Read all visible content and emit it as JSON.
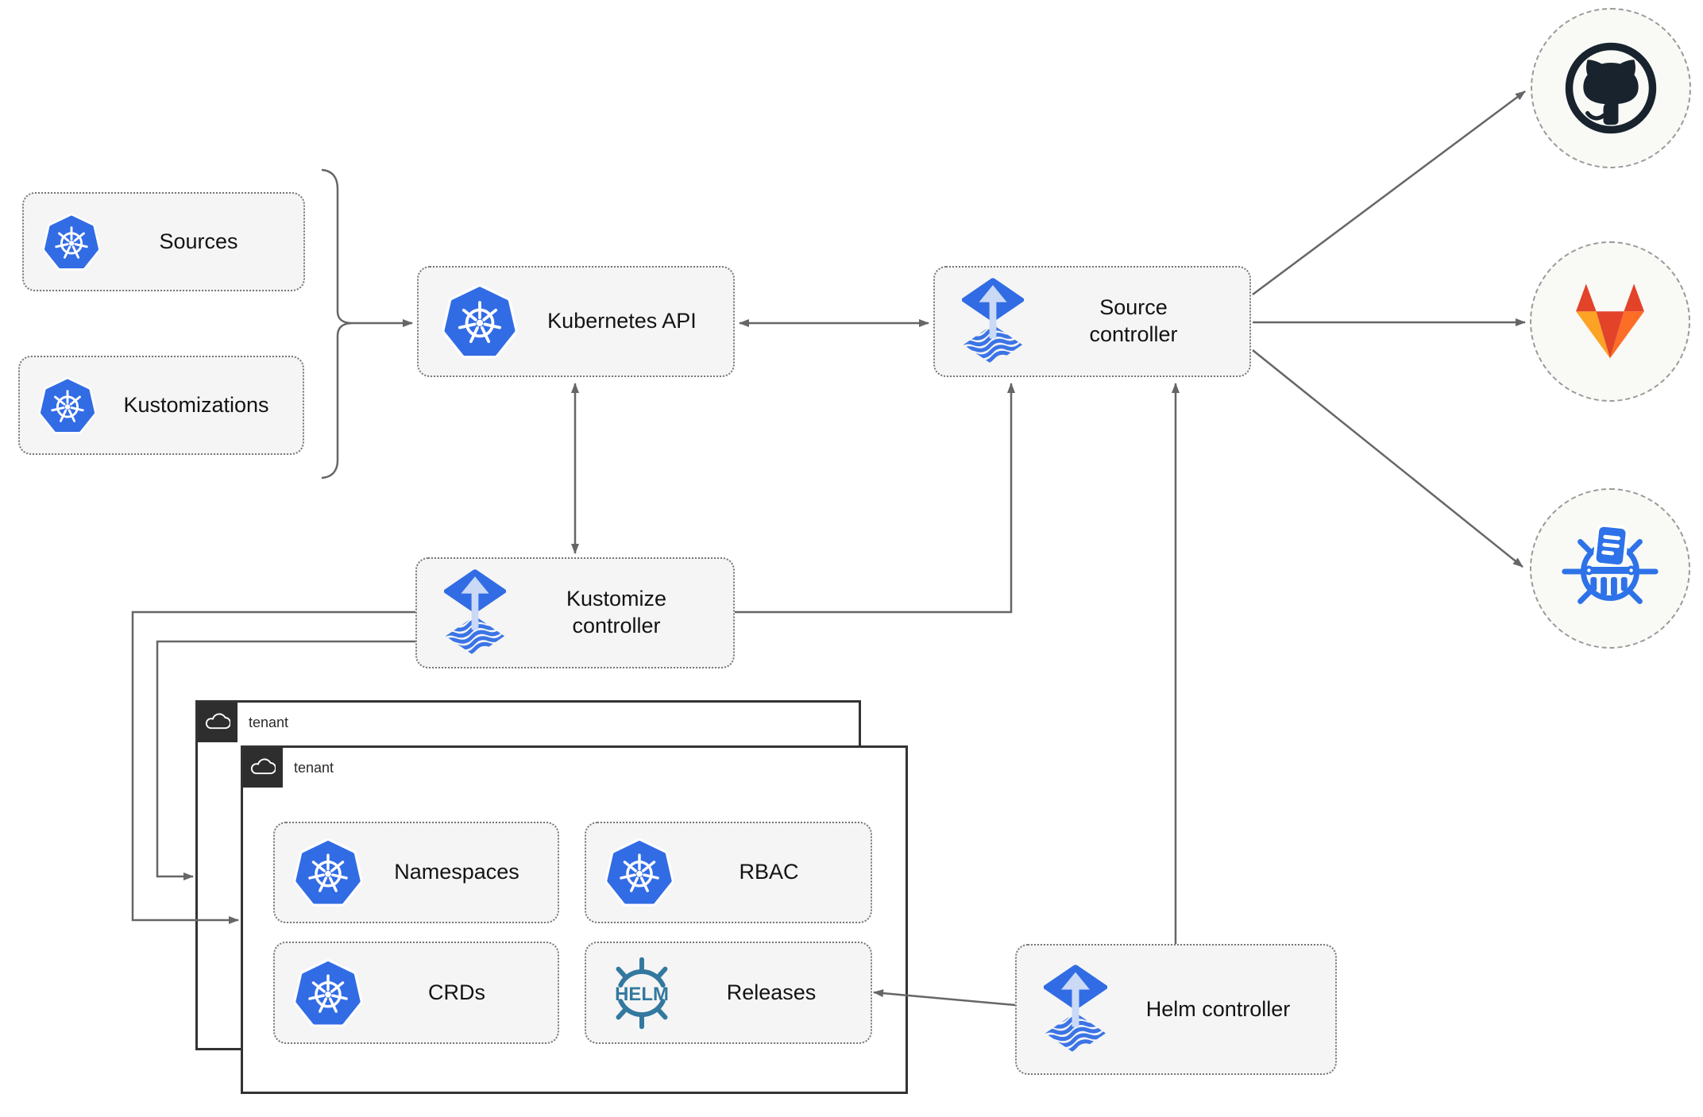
{
  "nodes": {
    "sources": {
      "label": "Sources"
    },
    "kustomizations": {
      "label": "Kustomizations"
    },
    "kubernetes_api": {
      "label": "Kubernetes API"
    },
    "source_controller": {
      "label": "Source controller"
    },
    "kustomize_controller": {
      "label": "Kustomize controller"
    },
    "helm_controller": {
      "label": "Helm controller"
    },
    "namespaces": {
      "label": "Namespaces"
    },
    "rbac": {
      "label": "RBAC"
    },
    "crds": {
      "label": "CRDs"
    },
    "releases": {
      "label": "Releases"
    }
  },
  "tenants": {
    "back": {
      "label": "tenant"
    },
    "front": {
      "label": "tenant"
    }
  },
  "icons": {
    "kubernetes": "kubernetes-wheel-heptagon",
    "flux": "flux-diamond-up-arrow-over-waves",
    "helm": "helm-ship-wheel",
    "helm_wheel_text": "HELM",
    "cloud": "cloud-outline",
    "github": "github-octocat-ring",
    "gitlab": "gitlab-tanuki-fox",
    "chartmuseum": "chartmuseum-wheel-column-document"
  },
  "colors": {
    "kubernetes_blue": "#326ce5",
    "flux_blue": "#316ce4",
    "flux_arrow_light": "#c9d9f6",
    "flux_wave_blue": "#3b74e6",
    "helm_teal": "#33789f",
    "github_dark": "#18232e",
    "gitlab_red": "#e24329",
    "gitlab_orange": "#fc6d26",
    "gitlab_amber": "#fca326",
    "chartmuseum_blue": "#2d72e8",
    "connector_gray": "#666666",
    "node_fill": "#f5f5f5",
    "node_border": "#767676",
    "tenant_border": "#333333",
    "tab_background": "#2e2e2e"
  }
}
